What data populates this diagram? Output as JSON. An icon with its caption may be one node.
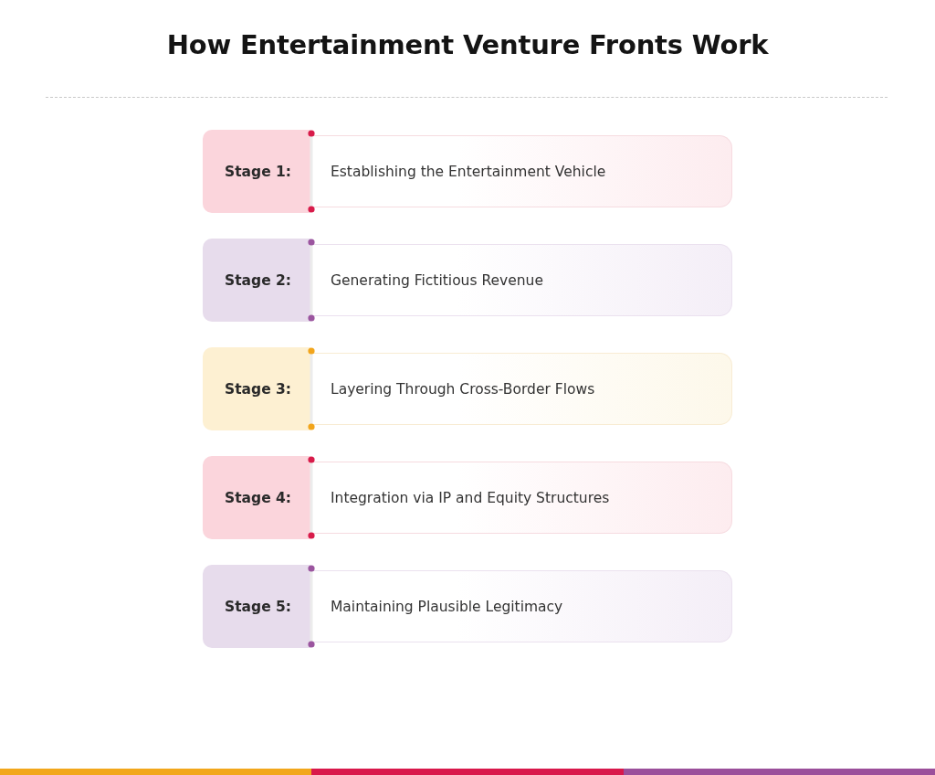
{
  "diagram": {
    "title": "How Entertainment Venture Fronts Work",
    "nodes": [
      {
        "text": [
          "Stage 1:",
          "Establishing the Entertainment Vehicle"
        ]
      },
      {
        "text": [
          "Stage 2:",
          "Generating Fictitious Revenue"
        ]
      },
      {
        "text": [
          "Stage 3:",
          "Layering Through Cross-Border Flows"
        ]
      },
      {
        "text": [
          "Stage 4:",
          "Integration via IP and Equity Structures"
        ]
      },
      {
        "text": [
          "Stage 5:",
          "Maintaining Plausible Legitimacy"
        ]
      }
    ]
  }
}
